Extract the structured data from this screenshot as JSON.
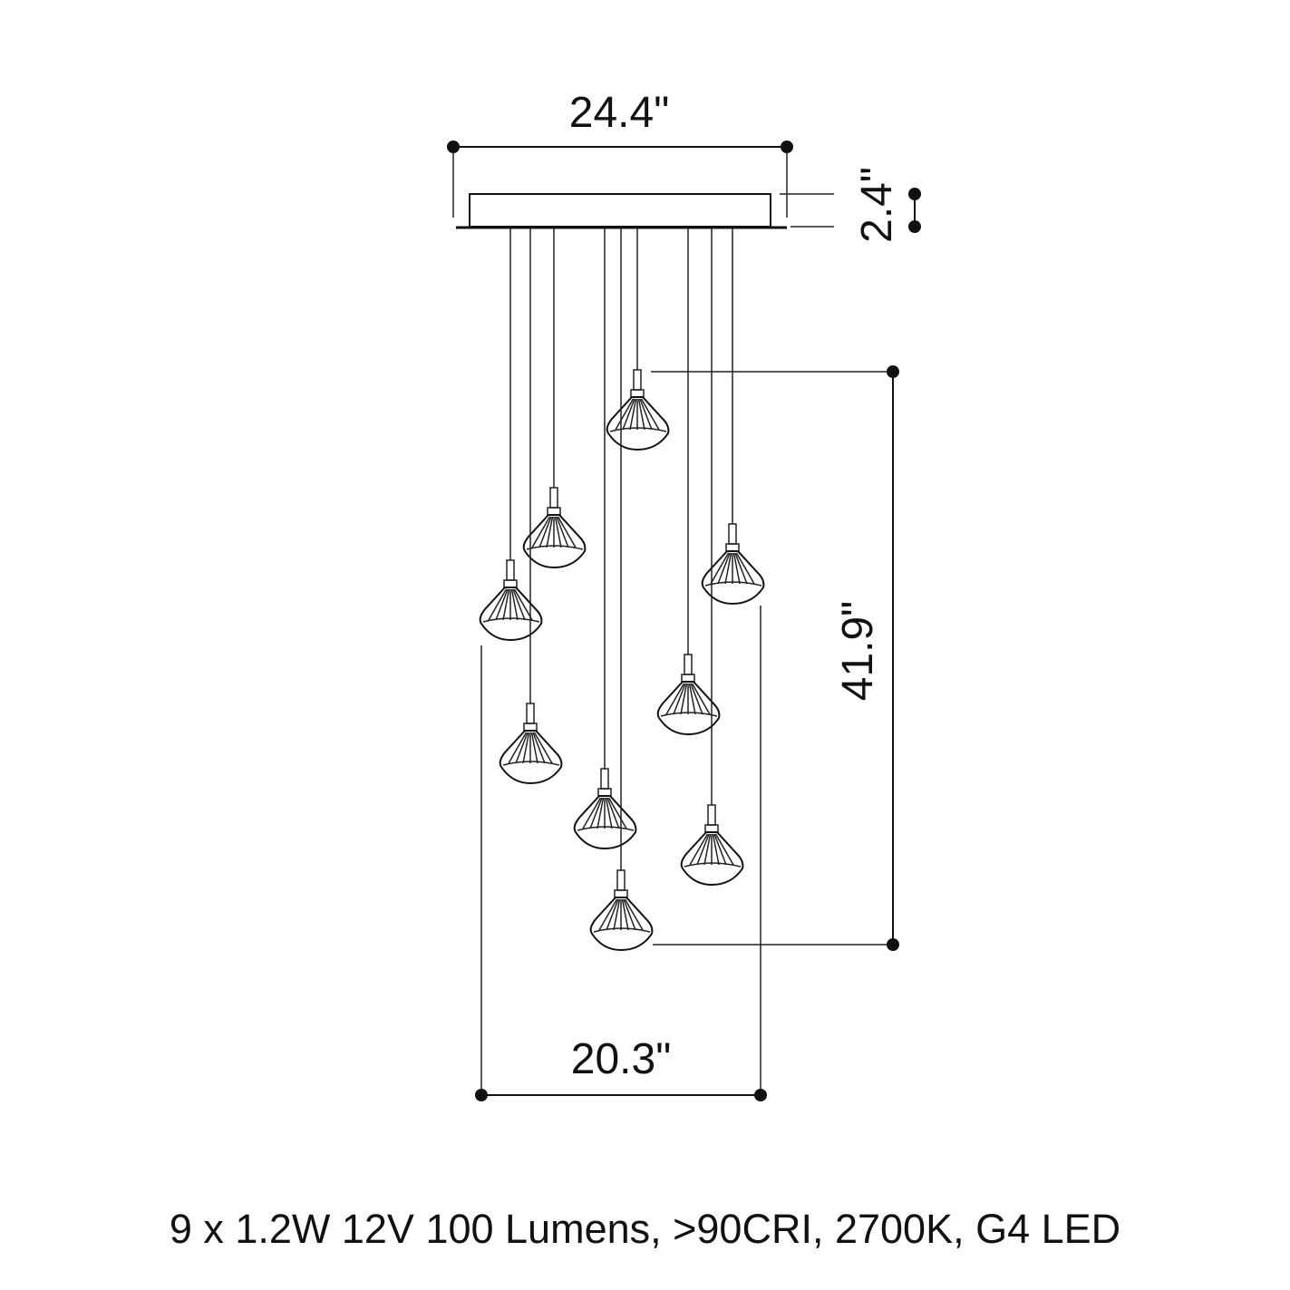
{
  "dimensions": {
    "canopy_width": "24.4\"",
    "canopy_height": "2.4\"",
    "drop_height": "41.9\"",
    "cluster_width": "20.3\""
  },
  "caption": "9 x 1.2W 12V 100 Lumens, >90CRI, 2700K, G4 LED",
  "colors": {
    "line": "#111111",
    "background": "#ffffff"
  }
}
